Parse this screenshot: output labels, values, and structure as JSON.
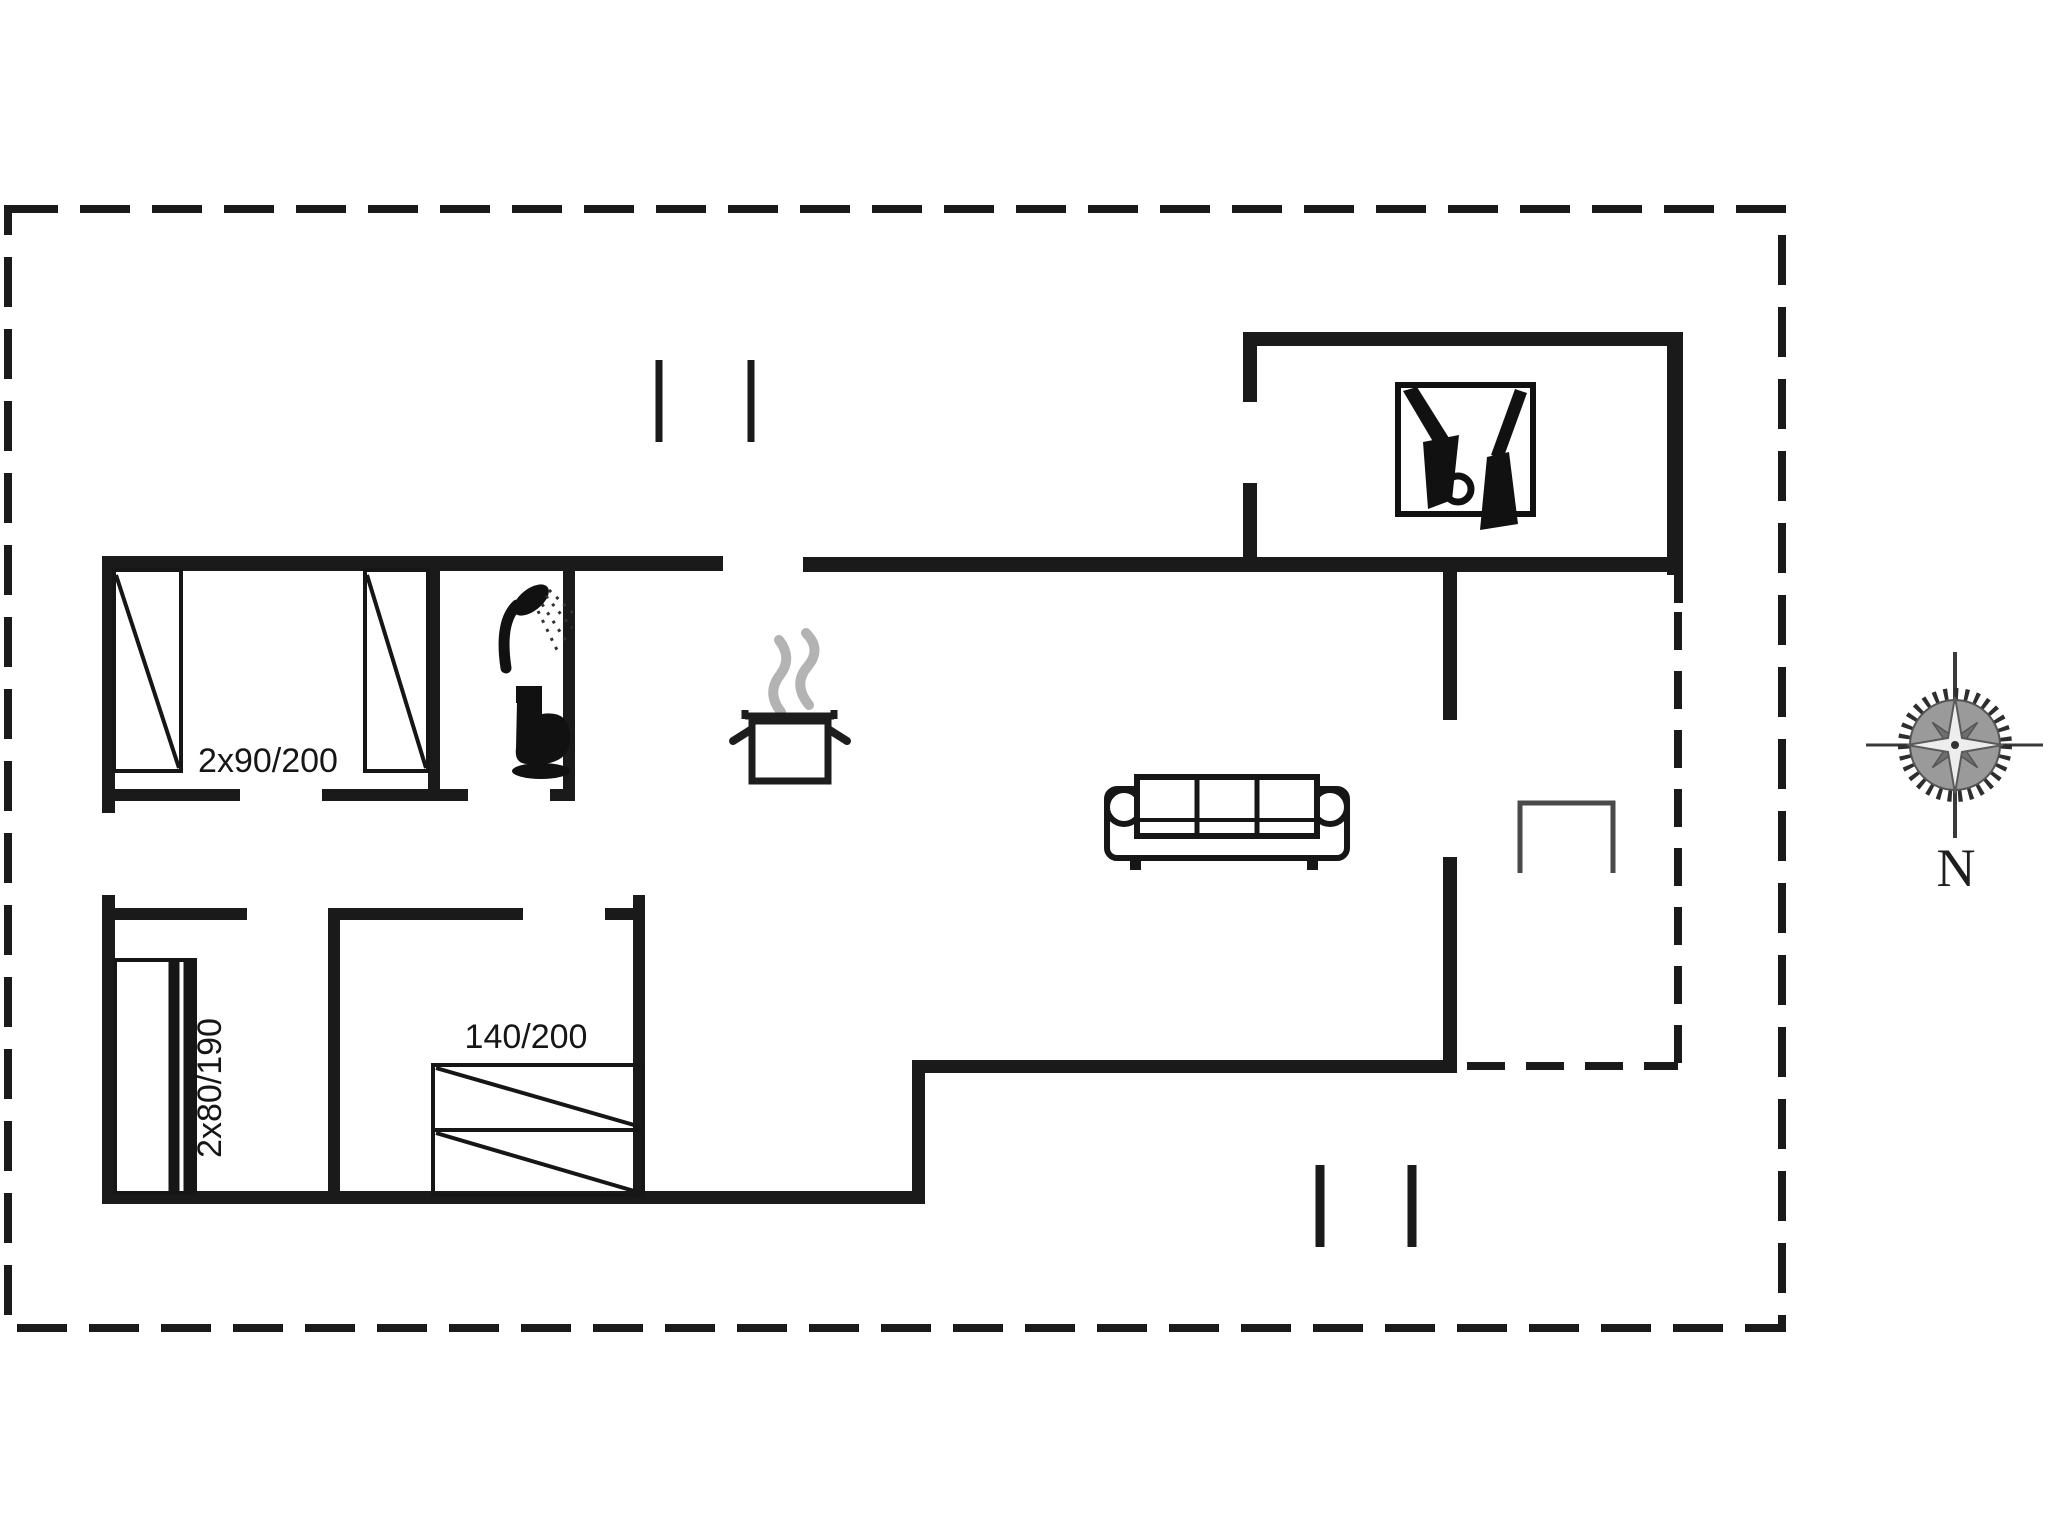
{
  "plan": {
    "labels": {
      "bedroom1_beds": "2x90/200",
      "bedroom3_bed": "140/200",
      "bunk_bed": "2x80/190",
      "compass_north": "N"
    },
    "colors": {
      "wall": "#1a1a1a",
      "furniture_line": "#161616",
      "steam_gray": "#b3b3b3",
      "compass_disc": "#9a9a9a",
      "compass_diagonal_star": "#6f6f6f",
      "terrace_marker": "#4a4a4a",
      "paper": "#ffffff"
    },
    "icons": [
      "shower-icon",
      "toilet-icon",
      "cooking-pot-icon",
      "steam-icon",
      "sofa-icon",
      "utility-tools-icon",
      "compass-rose-icon"
    ]
  }
}
